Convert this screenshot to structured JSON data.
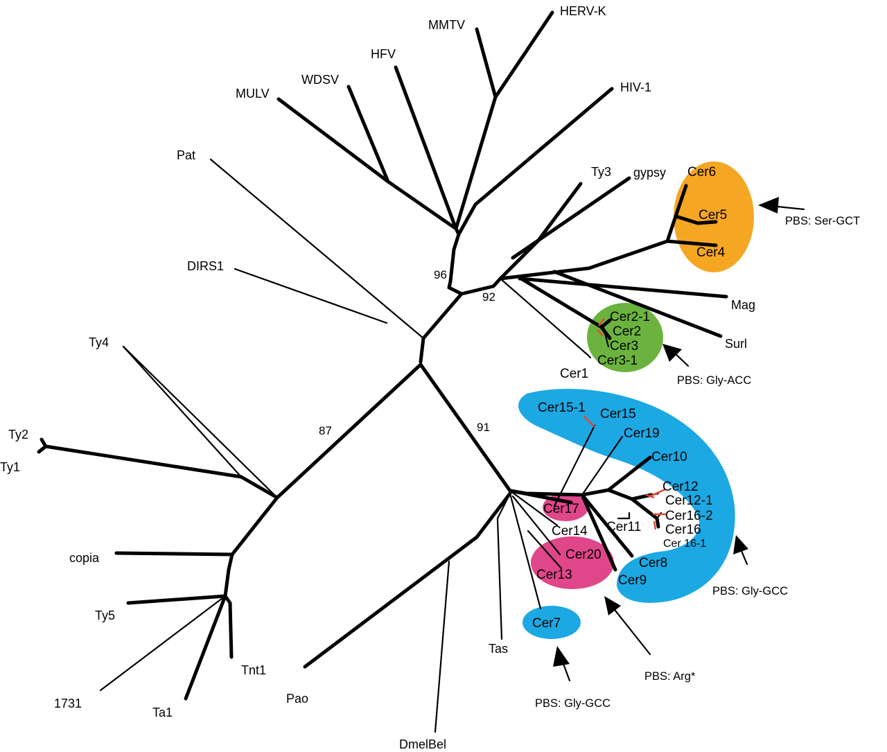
{
  "colors": {
    "orange": "#f5a623",
    "green": "#6bb33e",
    "blue": "#1ca8e3",
    "magenta": "#e0468a",
    "mutation_line": "#e8452f"
  },
  "taxa": {
    "herv_k": "HERV-K",
    "mmtv": "MMTV",
    "hfv": "HFV",
    "wdsv": "WDSV",
    "mulv": "MULV",
    "hiv1": "HIV-1",
    "pat": "Pat",
    "dirs1": "DIRS1",
    "ty3": "Ty3",
    "gypsy": "gypsy",
    "mag": "Mag",
    "surl": "Surl",
    "ty4": "Ty4",
    "ty2": "Ty2",
    "ty1": "Ty1",
    "copia": "copia",
    "ty5": "Ty5",
    "tnt1": "Tnt1",
    "ta1": "Ta1",
    "x1731": "1731",
    "pao": "Pao",
    "dmelbel": "DmelBel",
    "tas": "Tas",
    "cer1": "Cer1",
    "cer2_1": "Cer2-1",
    "cer2": "Cer2",
    "cer3": "Cer3",
    "cer3_1": "Cer3-1",
    "cer4": "Cer4",
    "cer5": "Cer5",
    "cer6": "Cer6",
    "cer7": "Cer7",
    "cer8": "Cer8",
    "cer9": "Cer9",
    "cer10": "Cer10",
    "cer11": "Cer11",
    "cer12": "Cer12",
    "cer12_1": "Cer12-1",
    "cer13": "Cer13",
    "cer14": "Cer14",
    "cer15": "Cer15",
    "cer15_1": "Cer15-1",
    "cer16": "Cer16",
    "cer16_1": "Cer 16-1",
    "cer16_2": "Cer16-2",
    "cer17": "Cer17",
    "cer19": "Cer19",
    "cer20": "Cer20"
  },
  "bootstrap": {
    "b96": "96",
    "b92": "92",
    "b87": "87",
    "b91": "91"
  },
  "pbs_labels": {
    "ser_gct": "PBS: Ser-GCT",
    "gly_acc": "PBS: Gly-ACC",
    "gly_gcc_blue": "PBS: Gly-GCC",
    "arg": "PBS: Arg*",
    "gly_gcc_cer7": "PBS: Gly-GCC"
  }
}
